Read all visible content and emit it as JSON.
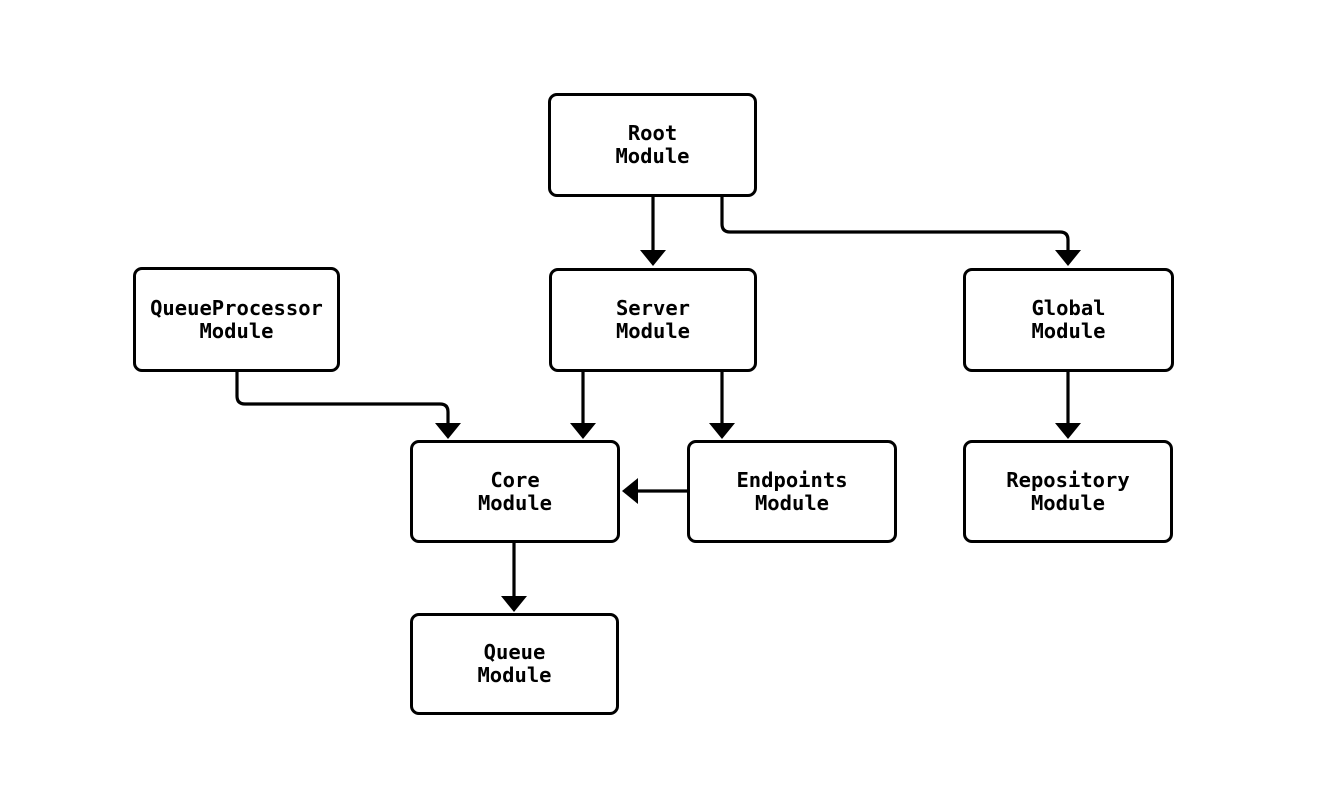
{
  "diagram": {
    "type": "flowchart",
    "direction": "top-down",
    "colors": {
      "background": "#ffffff",
      "node_fill": "#ffffff",
      "node_border": "#000000",
      "edge": "#000000",
      "text": "#000000"
    },
    "nodes": {
      "root": {
        "label": "Root\nModule"
      },
      "queue_processor": {
        "label": "QueueProcessor\nModule"
      },
      "server": {
        "label": "Server\nModule"
      },
      "global": {
        "label": "Global\nModule"
      },
      "core": {
        "label": "Core\nModule"
      },
      "endpoints": {
        "label": "Endpoints\nModule"
      },
      "repository": {
        "label": "Repository\nModule"
      },
      "queue": {
        "label": "Queue\nModule"
      }
    },
    "edges": [
      {
        "from": "Root Module",
        "to": "Server Module"
      },
      {
        "from": "Root Module",
        "to": "Global Module"
      },
      {
        "from": "QueueProcessor Module",
        "to": "Core Module"
      },
      {
        "from": "Server Module",
        "to": "Core Module"
      },
      {
        "from": "Server Module",
        "to": "Endpoints Module"
      },
      {
        "from": "Endpoints Module",
        "to": "Core Module"
      },
      {
        "from": "Global Module",
        "to": "Repository Module"
      },
      {
        "from": "Core Module",
        "to": "Queue Module"
      }
    ]
  }
}
